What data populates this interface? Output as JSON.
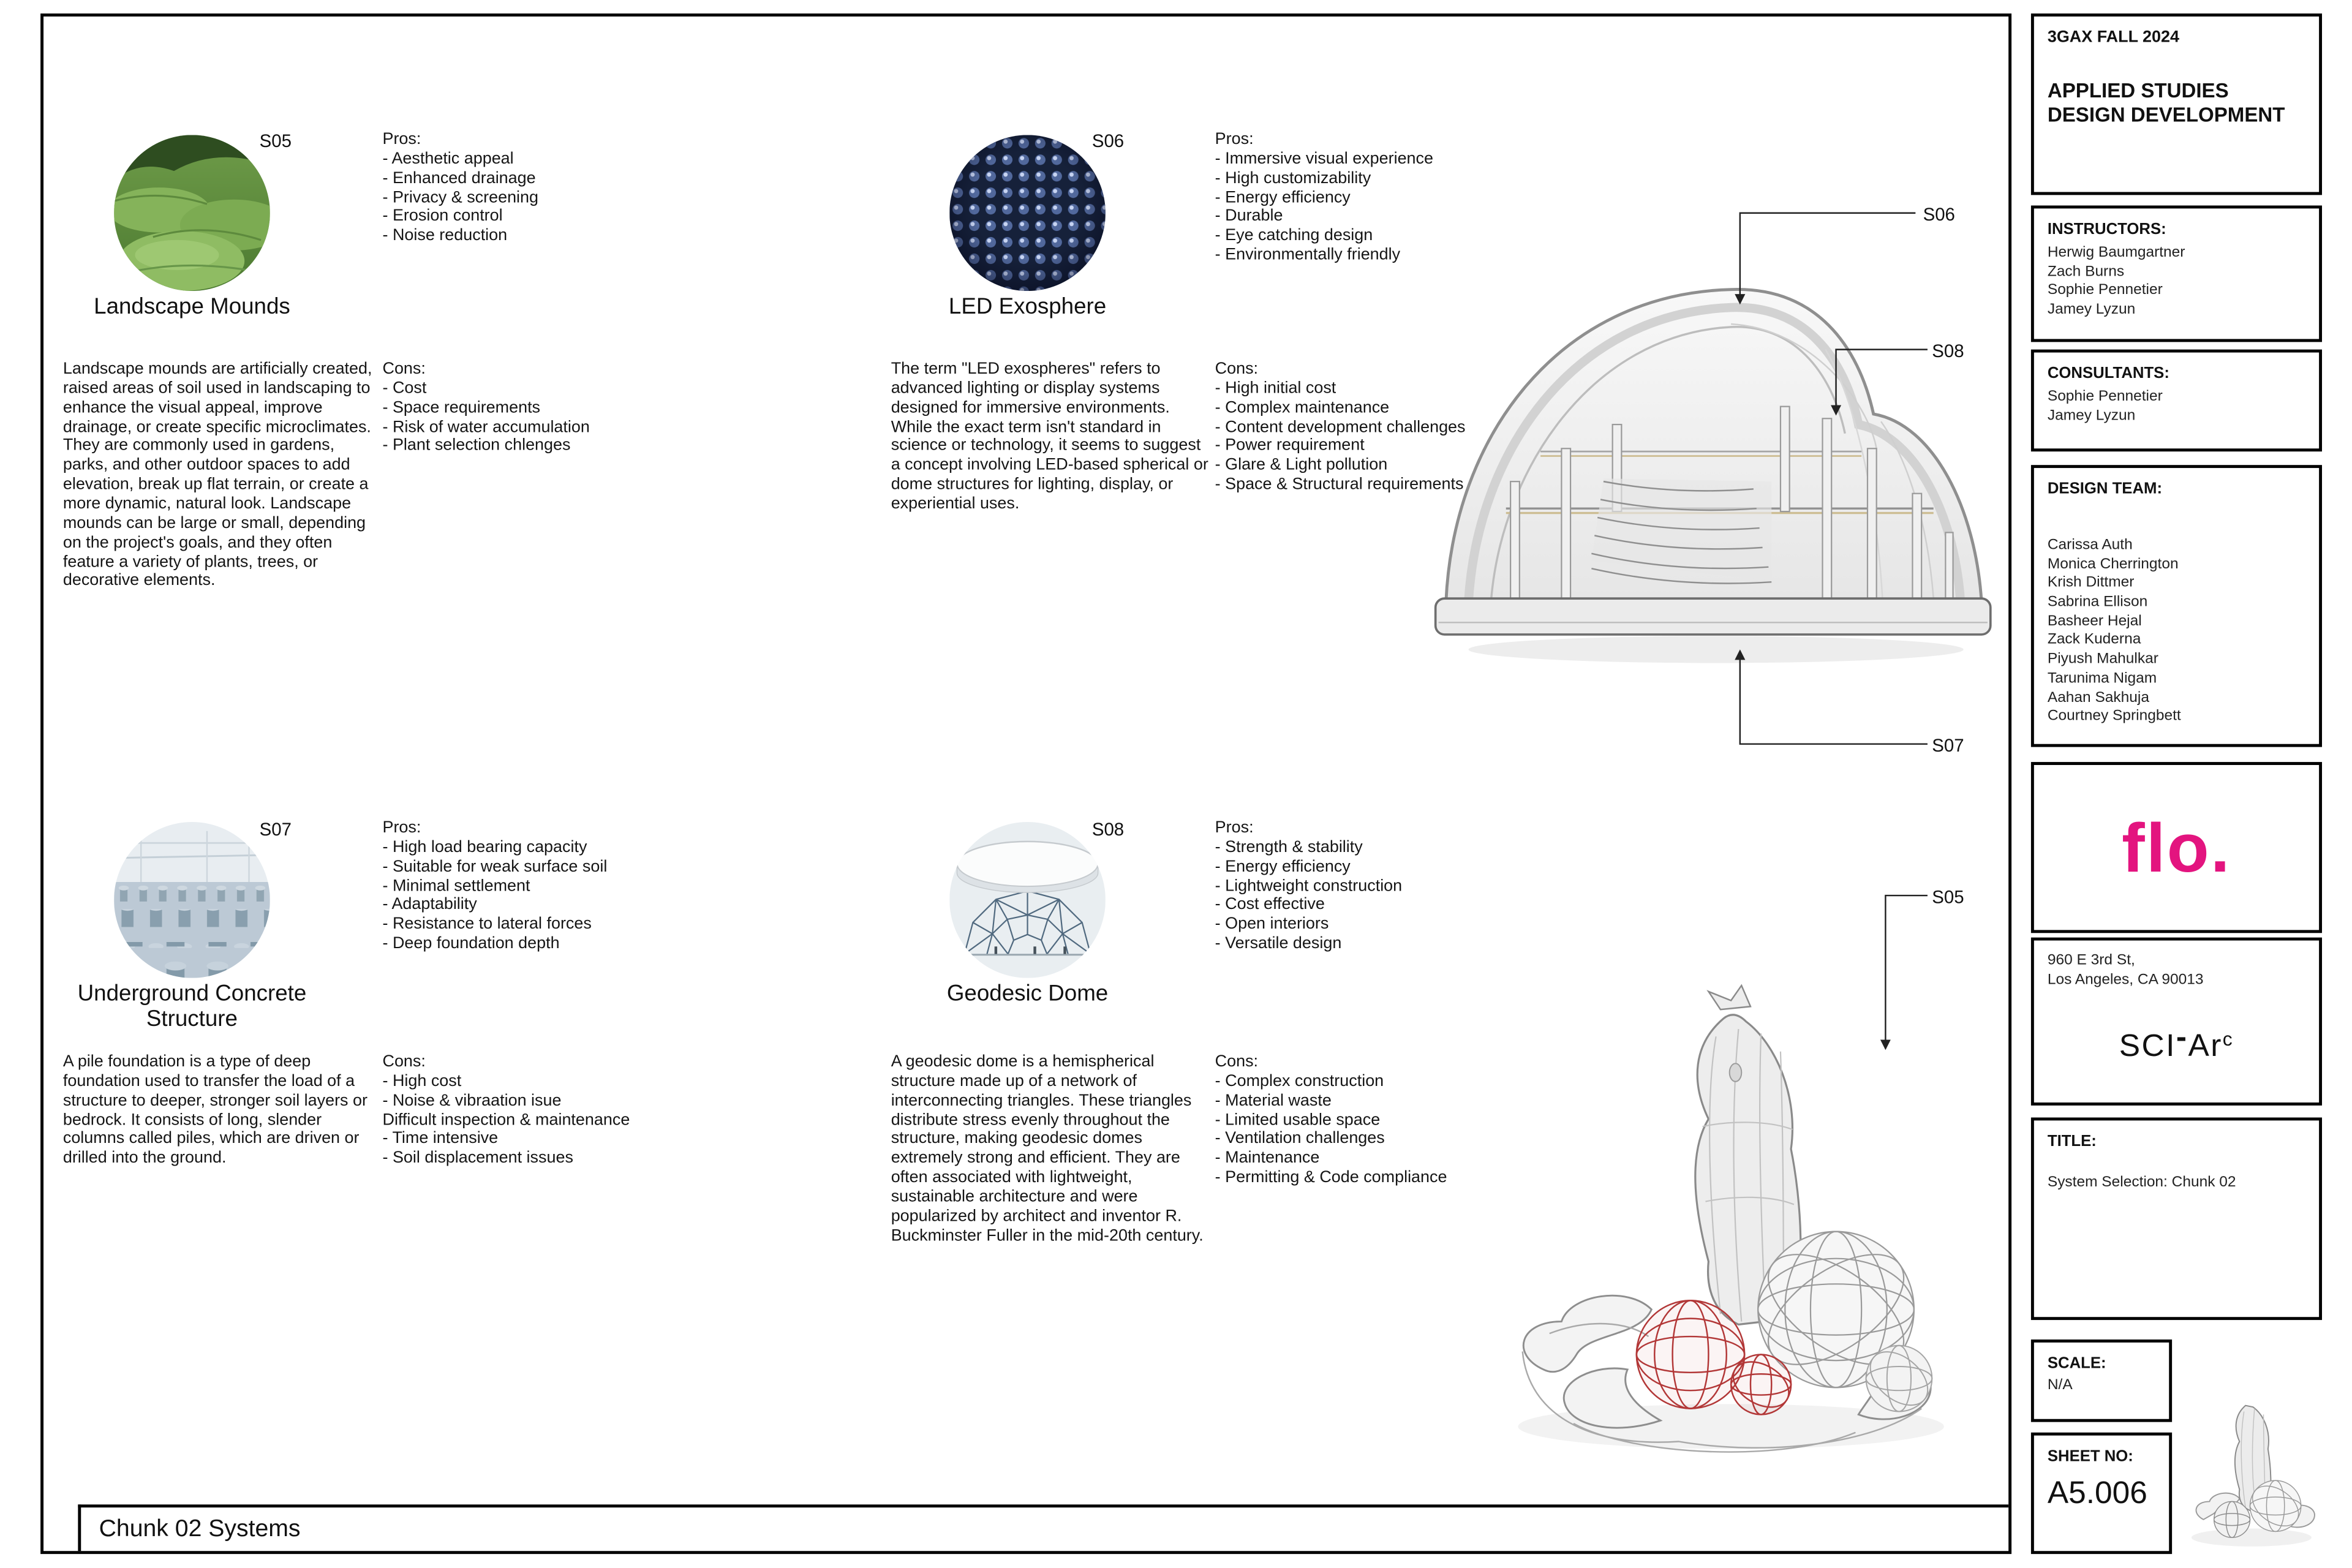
{
  "sheet": {
    "footer_label": "Chunk 02 Systems"
  },
  "labels": {
    "pros": "Pros:",
    "cons": "Cons:"
  },
  "systems": [
    {
      "id": "S05",
      "title": "Landscape Mounds",
      "description": "Landscape mounds are artificially created, raised areas of soil used in landscaping to enhance the visual appeal, improve drainage, or create specific microclimates. They are commonly used in gardens, parks, and other outdoor spaces to add elevation, break up flat terrain, or create a more dynamic, natural look. Landscape mounds can be large or small, depending on the project's goals, and they often feature a variety of plants, trees, or decorative elements.",
      "pros": [
        "- Aesthetic appeal",
        "- Enhanced drainage",
        "- Privacy & screening",
        "- Erosion control",
        "- Noise reduction"
      ],
      "cons": [
        "- Cost",
        "- Space requirements",
        "- Risk of water accumulation",
        "- Plant selection chlenges"
      ]
    },
    {
      "id": "S06",
      "title": "LED Exosphere",
      "description": "The term \"LED exospheres\" refers to advanced lighting or display systems designed for immersive environments. While the exact term isn't standard in science or technology, it seems to suggest a concept involving LED-based spherical or dome structures for lighting, display, or experiential uses.",
      "pros": [
        "- Immersive visual experience",
        "- High customizability",
        "- Energy efficiency",
        "- Durable",
        "- Eye catching design",
        "- Environmentally friendly"
      ],
      "cons": [
        "- High initial cost",
        "- Complex maintenance",
        "- Content development challenges",
        "- Power requirement",
        "- Glare & Light pollution",
        "- Space & Structural requirements"
      ]
    },
    {
      "id": "S07",
      "title": "Underground Concrete Structure",
      "description": "A pile foundation is a type of deep foundation used to transfer the load of a structure to deeper, stronger soil layers or bedrock. It consists of long, slender columns called piles, which are driven or drilled into the ground.",
      "pros": [
        "- High load bearing capacity",
        "- Suitable for weak surface soil",
        "- Minimal settlement",
        "- Adaptability",
        "- Resistance to lateral forces",
        "- Deep foundation depth"
      ],
      "cons": [
        "- High cost",
        "- Noise & vibraation isue",
        "Difficult inspection & maintenance",
        "- Time intensive",
        "- Soil displacement issues"
      ]
    },
    {
      "id": "S08",
      "title": "Geodesic Dome",
      "description": "A geodesic dome is a hemispherical structure made up of a network of interconnecting triangles. These triangles distribute stress evenly throughout the structure, making geodesic domes extremely strong and efficient. They are often associated with lightweight, sustainable architecture and were popularized by architect and inventor R. Buckminster Fuller in the mid-20th century.",
      "pros": [
        "- Strength & stability",
        "- Energy efficiency",
        "- Lightweight construction",
        "- Cost effective",
        "- Open interiors",
        "- Versatile design"
      ],
      "cons": [
        "- Complex construction",
        "- Material waste",
        "- Limited usable space",
        "- Ventilation challenges",
        "- Maintenance",
        "- Permitting & Code compliance"
      ]
    }
  ],
  "titleblock": {
    "program": "3GAX FALL 2024",
    "course": [
      "APPLIED STUDIES",
      "DESIGN DEVELOPMENT"
    ],
    "instructors_label": "INSTRUCTORS:",
    "instructors": [
      "Herwig Baumgartner",
      "Zach Burns",
      "Sophie Pennetier",
      "Jamey Lyzun"
    ],
    "consultants_label": "CONSULTANTS:",
    "consultants": [
      "Sophie Pennetier",
      "Jamey Lyzun"
    ],
    "design_team_label": "DESIGN TEAM:",
    "design_team": [
      "Carissa Auth",
      "Monica Cherrington",
      "Krish Dittmer",
      "Sabrina Ellison",
      "Basheer Hejal",
      "Zack Kuderna",
      "Piyush Mahulkar",
      "Tarunima Nigam",
      "Aahan Sakhuja",
      "Courtney Springbett"
    ],
    "firm_logo": "flo.",
    "address": [
      "960 E 3rd St,",
      "Los Angeles, CA 90013"
    ],
    "school_logo": {
      "p1": "SCI",
      "dash": "-",
      "p2": "Ar",
      "p3": "c"
    },
    "title_label": "TITLE:",
    "title_value": "System Selection: Chunk 02",
    "scale_label": "SCALE:",
    "scale_value": "N/A",
    "sheet_label": "SHEET NO:",
    "sheet_value": "A5.006"
  },
  "colors": {
    "logo_pink": "#E3147F",
    "leader_line": "#222222",
    "text": "#111111"
  }
}
